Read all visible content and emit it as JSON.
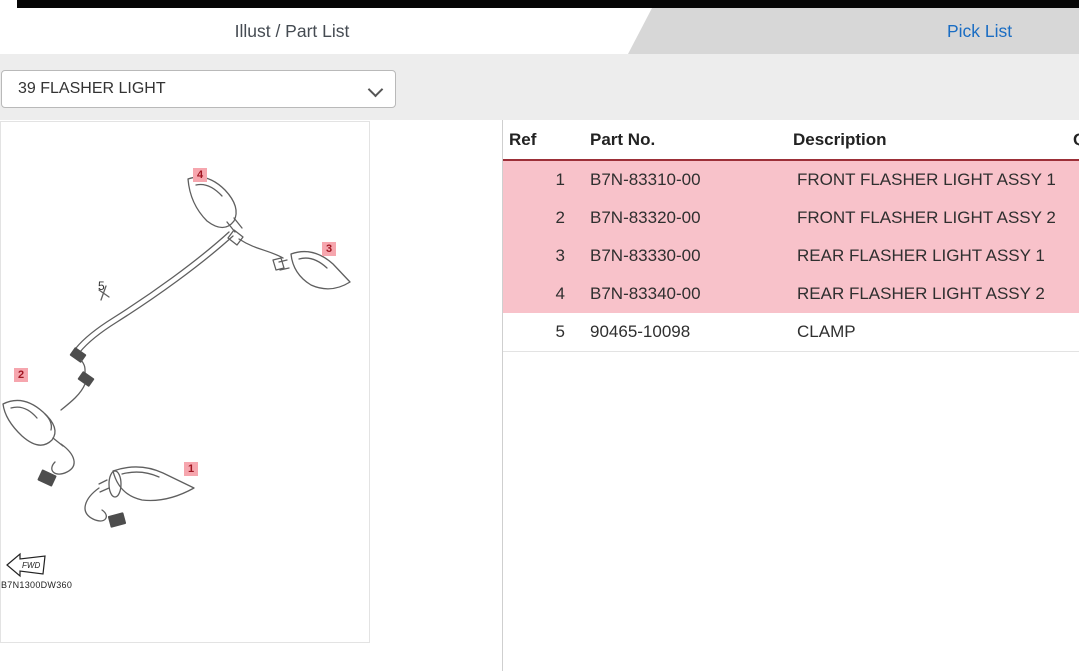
{
  "tabs": {
    "active": "Illust / Part List",
    "pick_list": "Pick List"
  },
  "filter": {
    "selected": "39 FLASHER LIGHT"
  },
  "parts_table": {
    "headers": {
      "ref": "Ref",
      "part_no": "Part No.",
      "description": "Description",
      "qty": "Q"
    },
    "rows": [
      {
        "ref": "1",
        "part_no": "B7N-83310-00",
        "description": "FRONT FLASHER LIGHT ASSY 1",
        "highlighted": true
      },
      {
        "ref": "2",
        "part_no": "B7N-83320-00",
        "description": "FRONT FLASHER LIGHT ASSY 2",
        "highlighted": true
      },
      {
        "ref": "3",
        "part_no": "B7N-83330-00",
        "description": "REAR FLASHER LIGHT ASSY 1",
        "highlighted": true
      },
      {
        "ref": "4",
        "part_no": "B7N-83340-00",
        "description": "REAR FLASHER LIGHT ASSY 2",
        "highlighted": true
      },
      {
        "ref": "5",
        "part_no": "90465-10098",
        "description": "CLAMP",
        "highlighted": false
      }
    ]
  },
  "illustration": {
    "callouts": [
      "1",
      "2",
      "3",
      "4",
      "5"
    ],
    "fwd_label": "FWD",
    "drawing_code": "B7N1300DW360"
  },
  "colors": {
    "highlight_row": "#f8c2ca",
    "callout_bg": "#f6a6ae",
    "header_rule": "#9c2f38",
    "pick_list_text": "#1a6dc3",
    "tab_gray": "#d7d7d7",
    "top_strip": "#060606"
  }
}
